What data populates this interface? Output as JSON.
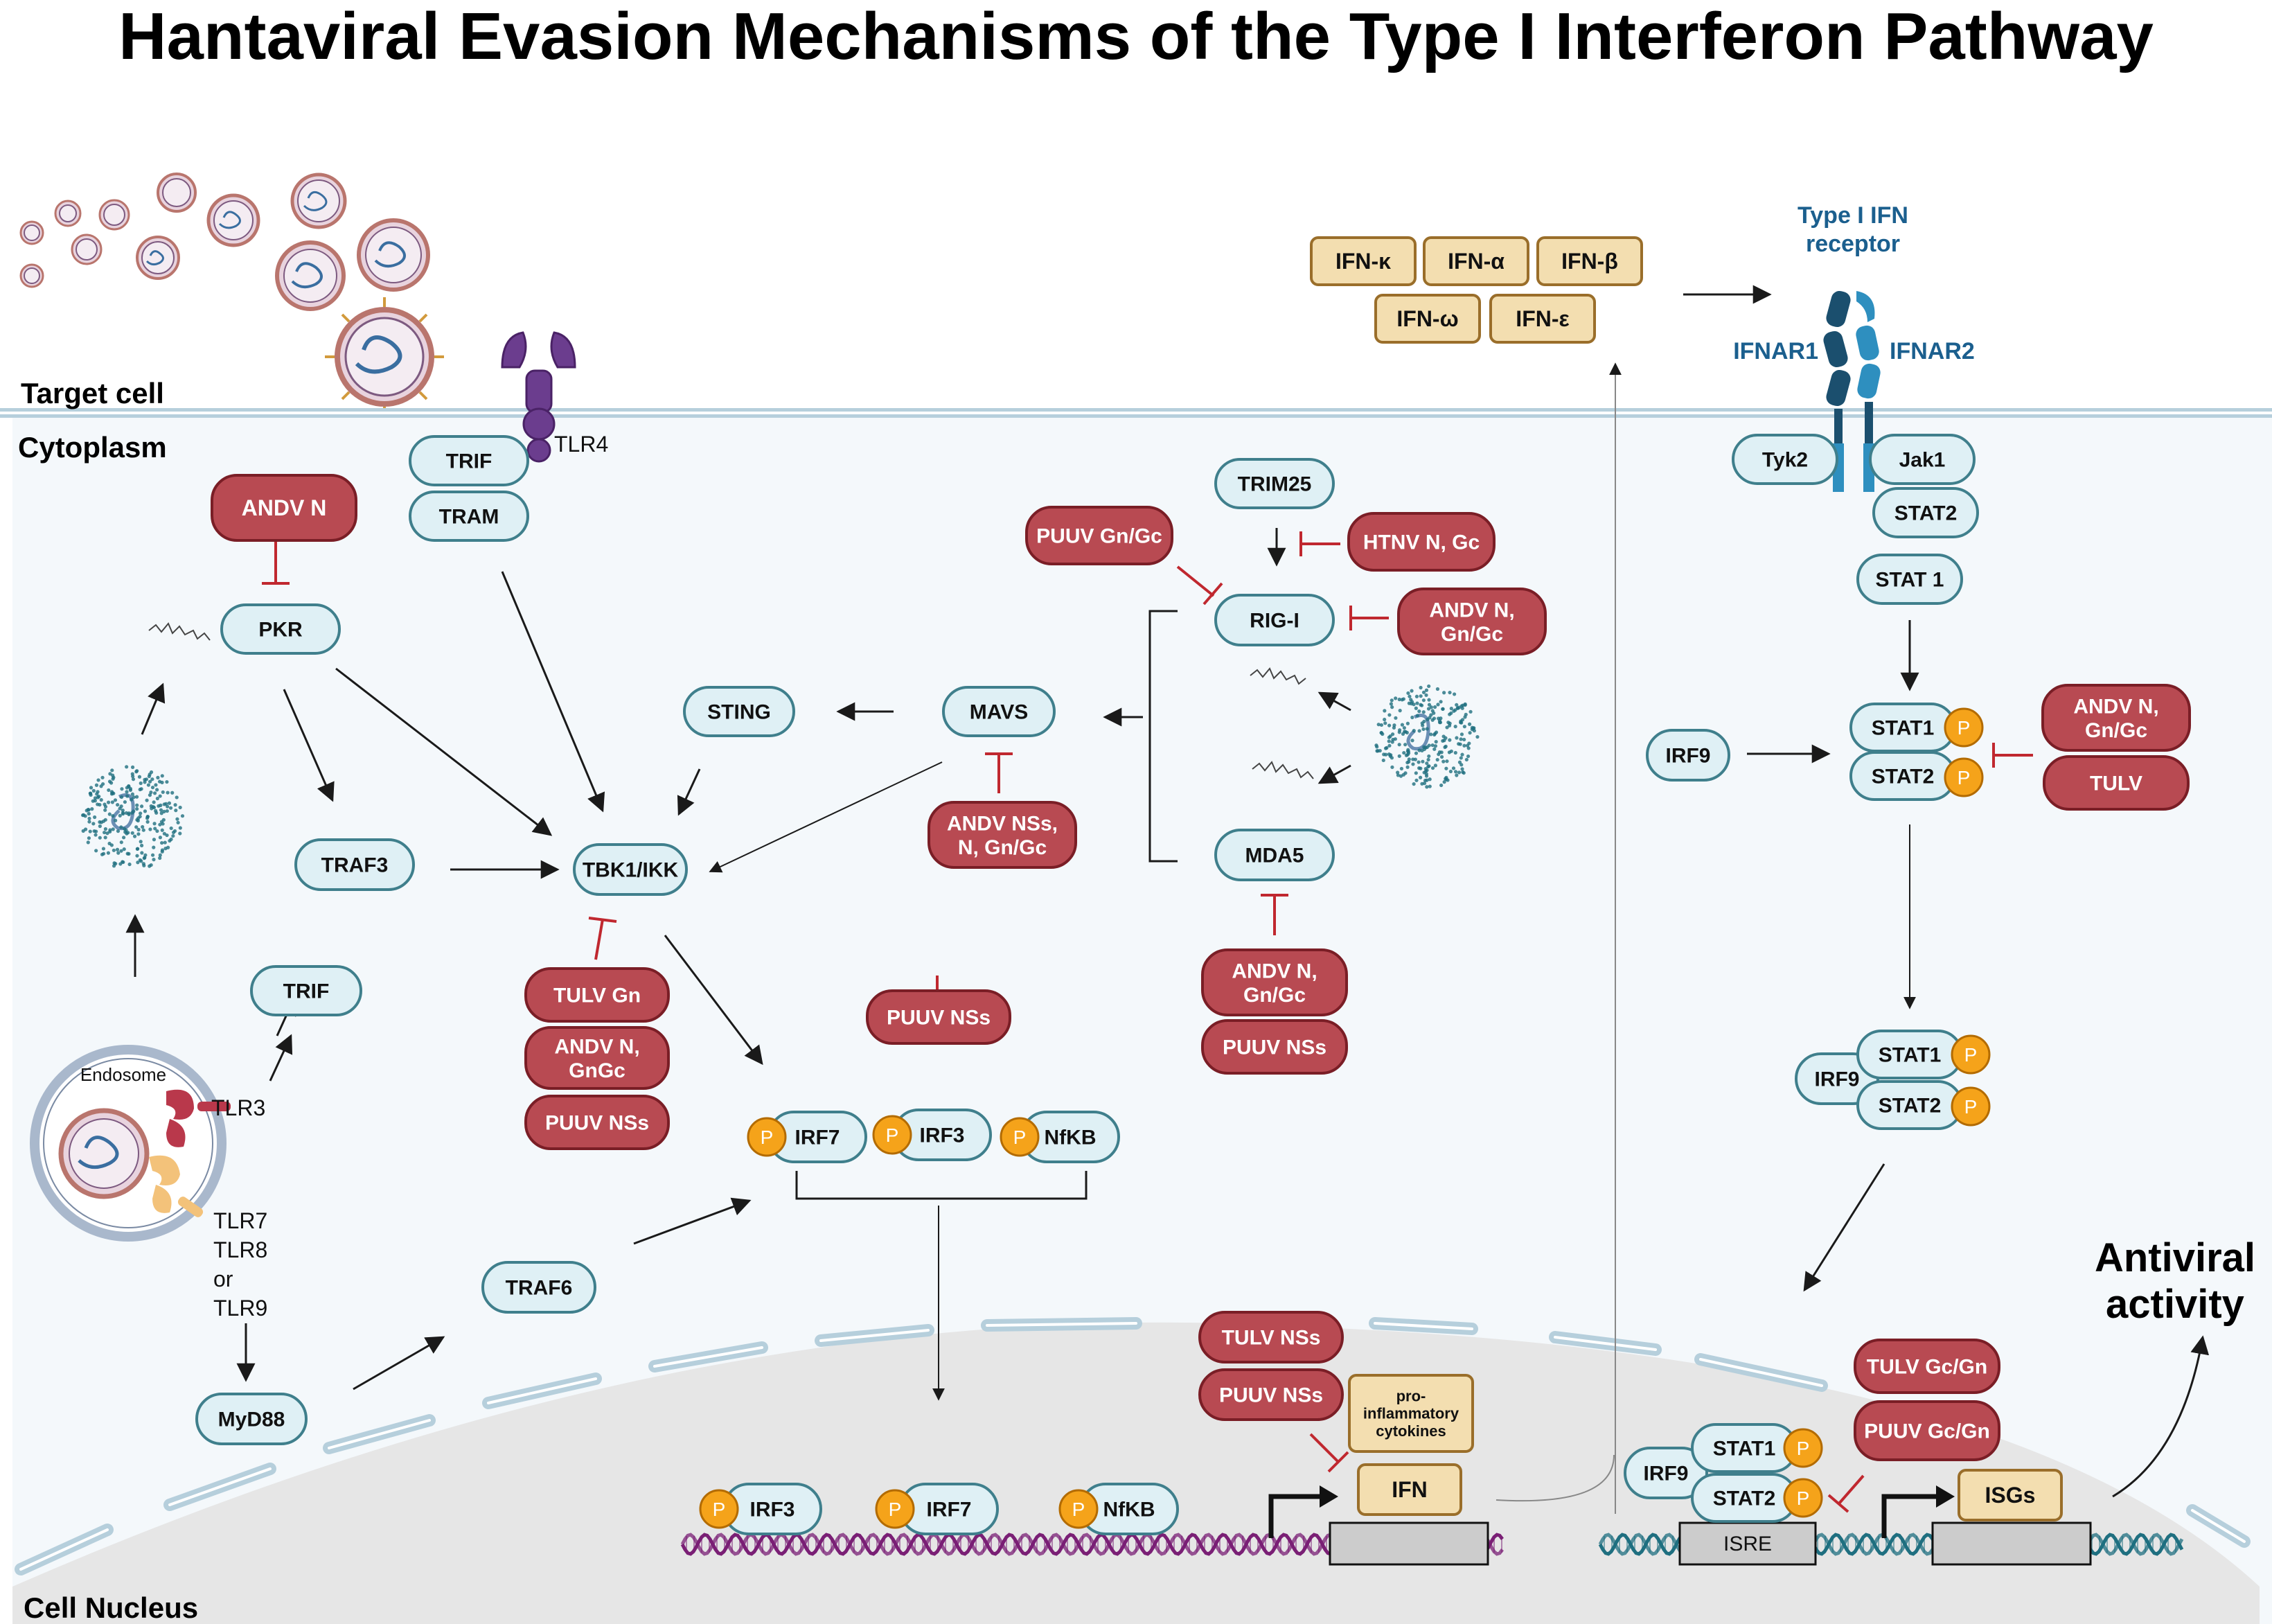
{
  "title": "Hantaviral Evasion Mechanisms of the Type I Interferon Pathway",
  "compartments": {
    "target_cell": "Target cell",
    "cytoplasm": "Cytoplasm",
    "nucleus": "Cell Nucleus",
    "endosome": "Endosome"
  },
  "receptor": {
    "title_line1": "Type I IFN",
    "title_line2": "receptor",
    "ifnar1": "IFNAR1",
    "ifnar2": "IFNAR2"
  },
  "ifns": [
    "IFN-κ",
    "IFN-α",
    "IFN-β",
    "IFN-ω",
    "IFN-ε"
  ],
  "tlr_labels": {
    "tlr4": "TLR4",
    "tlr3": "TLR3",
    "tlr7_lines": [
      "TLR7",
      "TLR8",
      "or",
      "TLR9"
    ]
  },
  "host_nodes": {
    "trif_top": "TRIF",
    "tram": "TRAM",
    "pkr": "PKR",
    "traf3": "TRAF3",
    "trif_mid": "TRIF",
    "myd88": "MyD88",
    "traf6": "TRAF6",
    "tbk1": "TBK1/IKK",
    "sting": "STING",
    "mavs": "MAVS",
    "trim25": "TRIM25",
    "rigi": "RIG-I",
    "mda5": "MDA5",
    "tyk2": "Tyk2",
    "jak1": "Jak1",
    "stat2_top": "STAT2",
    "stat1_top": "STAT 1",
    "irf9_a": "IRF9",
    "stat1_a": "STAT1",
    "stat2_a": "STAT2",
    "irf9_b": "IRF9",
    "stat1_b": "STAT1",
    "stat2_b": "STAT2",
    "irf7": "IRF7",
    "irf3": "IRF3",
    "nfkb": "NfKB",
    "irf3_n": "IRF3",
    "irf7_n": "IRF7",
    "nfkb_n": "NfKB",
    "irf9_c": "IRF9",
    "stat1_c": "STAT1",
    "stat2_c": "STAT2"
  },
  "phospho_label": "P",
  "viral_inhibitors": {
    "andv_n_pkr": "ANDV N",
    "puuv_gngc": "PUUV Gn/Gc",
    "htnv": "HTNV N, Gc",
    "andv_rigi": [
      "ANDV N,",
      "Gn/Gc"
    ],
    "andv_mavs": [
      "ANDV NSs,",
      "N, Gn/Gc"
    ],
    "tulv_gn": "TULV Gn",
    "andv_tbk": [
      "ANDV N,",
      "GnGc"
    ],
    "puuv_nss_tbk": "PUUV NSs",
    "puuv_nss_irf3": "PUUV NSs",
    "andv_mda5": [
      "ANDV N,",
      "Gn/Gc"
    ],
    "puuv_nss_mda5": "PUUV NSs",
    "andv_stat": [
      "ANDV N,",
      "Gn/Gc"
    ],
    "tulv": "TULV",
    "tulv_nss": "TULV NSs",
    "puuv_nss_nuc": "PUUV NSs",
    "tulv_gcgn": "TULV Gc/Gn",
    "puuv_gcgn": "PUUV Gc/Gn"
  },
  "products": {
    "ifn": "IFN",
    "isgs": "ISGs",
    "isre": "ISRE",
    "cytokines": [
      "pro-",
      "inflammatory",
      "cytokines"
    ]
  },
  "outcome": [
    "Antiviral",
    "activity"
  ],
  "colors": {
    "host_fill": "#dff0f5",
    "host_stroke": "#3f7f8c",
    "viral_fill": "#b84a52",
    "viral_stroke": "#7a1e26",
    "ifn_fill": "#f3deb0",
    "ifn_stroke": "#9a6e2a",
    "phospho": "#f5a31a",
    "receptor": "#1b4f6e",
    "inhibit": "#c0282f",
    "cytoplasm_bg": "#f4f8fb",
    "nucleus_bg": "#e6e6e6",
    "membrane": "#b6cfdc",
    "dna_purple": "#7a1f75",
    "dna_teal": "#1f6f80"
  }
}
